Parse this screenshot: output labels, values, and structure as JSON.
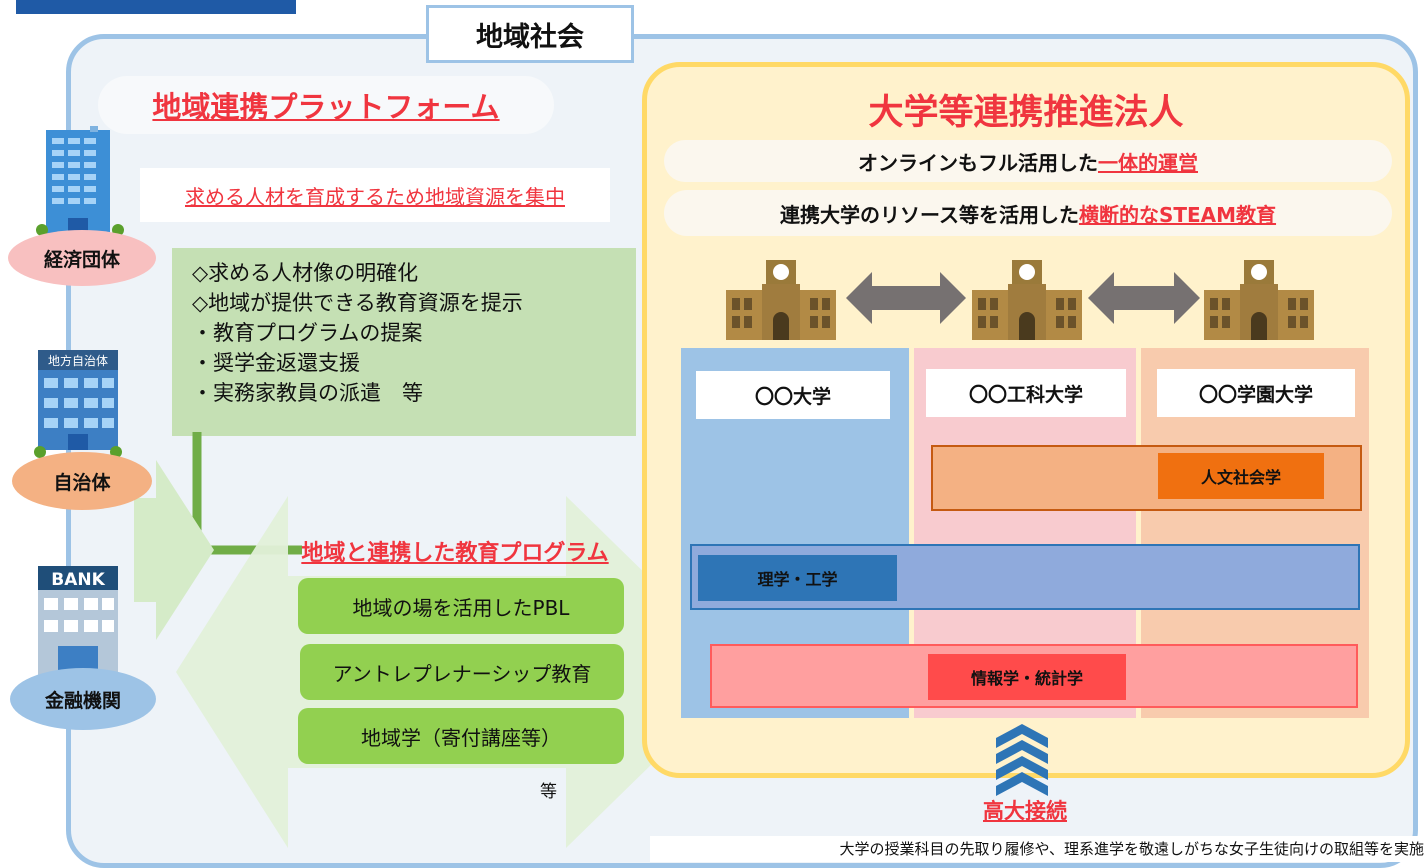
{
  "community": {
    "title": "地域社会"
  },
  "platform": {
    "title": "地域連携プラットフォーム",
    "subtitle": "求める人材を育成するため地域資源を集中",
    "items": [
      "◇求める人材像の明確化",
      "◇地域が提供できる教育資源を提示",
      "・教育プログラムの提案",
      "・奨学金返還支援",
      "・実務家教員の派遣　等"
    ]
  },
  "stakeholders": [
    {
      "label": "経済団体",
      "icon": "office-building-icon"
    },
    {
      "label": "自治体",
      "icon": "city-hall-icon"
    },
    {
      "label": "金融機関",
      "icon": "bank-icon"
    }
  ],
  "program": {
    "title": "地域と連携した教育プログラム",
    "items": [
      "地域の場を活用したPBL",
      "アントレプレナーシップ教育",
      "地域学（寄付講座等）"
    ],
    "etc": "等"
  },
  "corp": {
    "title": "大学等連携推進法人",
    "line1": {
      "prefix": "オンラインもフル活用した",
      "highlight": "一体的運営"
    },
    "line2": {
      "prefix": "連携大学のリソース等を活用した",
      "highlight": "横断的なSTEAM教育"
    },
    "universities": [
      "〇〇大学",
      "〇〇工科大学",
      "〇〇学園大学"
    ],
    "fields": [
      "人文社会学",
      "理学・工学",
      "情報学・統計学"
    ]
  },
  "highschool": {
    "title": "高大接続",
    "caption": "大学の授業科目の先取り履修や、理系進学を敬遠しがちな女子生徒向けの取組等を実施"
  },
  "colors": {
    "frame": "#9dc3e6",
    "community_bg": "#eef3f8",
    "corp_border": "#ffd966",
    "corp_bg": "#fff2cc",
    "red": "#f0353f",
    "green_box": "#c5e0b4",
    "green_item": "#92d050",
    "green_line": "#70ad47",
    "col1": "#9dc3e6",
    "col2": "#f8cbcf",
    "col3": "#f8cbad",
    "humanities": "#f4b183",
    "humanities_label": "#f07010",
    "science": "#8faadc",
    "science_label": "#2e75b6",
    "info": "#ff9f9f",
    "info_label": "#ff4b4b",
    "arrow_blue": "#2e75b6"
  }
}
